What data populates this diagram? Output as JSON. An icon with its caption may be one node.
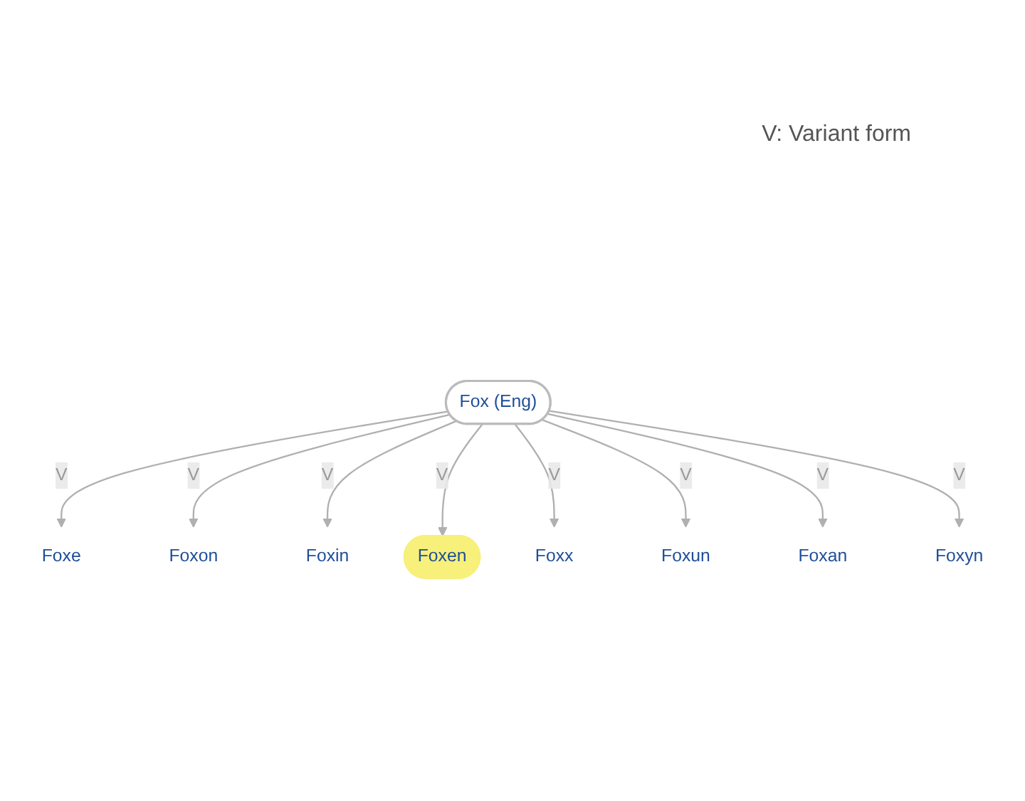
{
  "diagram": {
    "nodes": [
      {
        "text": [
          "Foxe"
        ]
      },
      {
        "text": [
          "Foxon"
        ]
      },
      {
        "text": [
          "Foxin"
        ]
      },
      {
        "text": [
          "Foxen"
        ]
      },
      {
        "text": [
          "Fox (Eng)"
        ]
      },
      {
        "text": [
          "Foxx"
        ]
      },
      {
        "text": [
          "Foxun"
        ]
      },
      {
        "text": [
          "Foxan"
        ]
      },
      {
        "text": [
          "Foxyn"
        ]
      }
    ],
    "edges": [
      {
        "from": 4,
        "to": 0,
        "arrow": "to",
        "label": "V"
      },
      {
        "from": 4,
        "to": 1,
        "arrow": "to",
        "label": "V"
      },
      {
        "from": 4,
        "to": 2,
        "arrow": "to",
        "label": "V"
      },
      {
        "from": 4,
        "to": 3,
        "arrow": "to",
        "label": "V"
      },
      {
        "from": 4,
        "to": 5,
        "arrow": "to",
        "label": "V"
      },
      {
        "from": 4,
        "to": 6,
        "arrow": "to",
        "label": "V"
      },
      {
        "from": 4,
        "to": 7,
        "arrow": "to",
        "label": "V"
      },
      {
        "from": 4,
        "to": 8,
        "arrow": "to",
        "label": "V"
      }
    ],
    "labels": [
      "V: Variant form"
    ]
  }
}
